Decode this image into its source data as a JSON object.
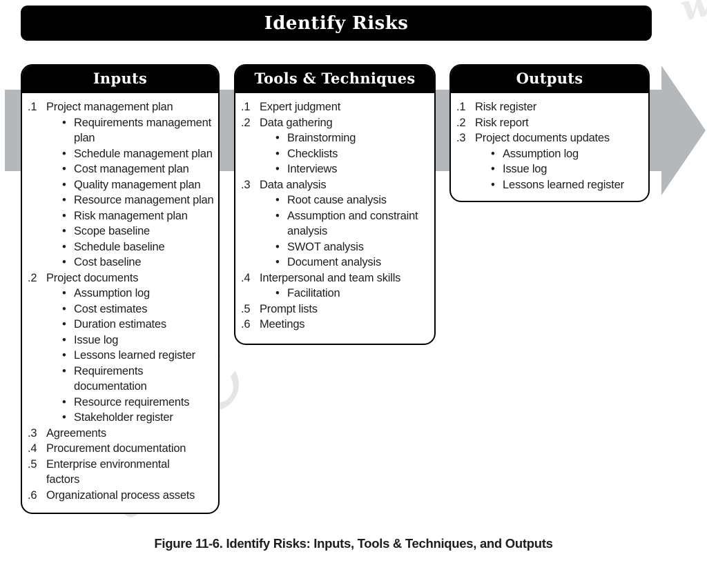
{
  "title": "Identify Risks",
  "caption": "Figure 11-6. Identify Risks: Inputs, Tools & Techniques, and Outputs",
  "glyphs": {
    "bullet": "•"
  },
  "watermark": {
    "bottom_fragment": "tric",
    "top_fragment": "w"
  },
  "colors": {
    "arrow": "#b5b8ba",
    "panel_header_bg": "#000000",
    "panel_header_text": "#ffffff",
    "body_text": "#1d1d1f"
  },
  "columns": [
    {
      "id": "inputs",
      "header": "Inputs",
      "items": [
        {
          "num": ".1",
          "label": "Project management plan",
          "subitems": [
            "Requirements management\nplan",
            "Schedule management plan",
            "Cost management plan",
            "Quality management plan",
            "Resource management plan",
            "Risk management plan",
            "Scope baseline",
            "Schedule baseline",
            "Cost baseline"
          ]
        },
        {
          "num": ".2",
          "label": "Project documents",
          "subitems": [
            "Assumption log",
            "Cost estimates",
            "Duration estimates",
            "Issue log",
            "Lessons learned register",
            "Requirements\ndocumentation",
            "Resource requirements",
            "Stakeholder register"
          ]
        },
        {
          "num": ".3",
          "label": "Agreements",
          "subitems": []
        },
        {
          "num": ".4",
          "label": "Procurement documentation",
          "subitems": []
        },
        {
          "num": ".5",
          "label": "Enterprise environmental\nfactors",
          "subitems": []
        },
        {
          "num": ".6",
          "label": "Organizational process assets",
          "subitems": []
        }
      ]
    },
    {
      "id": "tools",
      "header": "Tools & Techniques",
      "items": [
        {
          "num": ".1",
          "label": "Expert judgment",
          "subitems": []
        },
        {
          "num": ".2",
          "label": "Data gathering",
          "subitems": [
            "Brainstorming",
            "Checklists",
            "Interviews"
          ]
        },
        {
          "num": ".3",
          "label": "Data analysis",
          "subitems": [
            "Root cause analysis",
            "Assumption and constraint\nanalysis",
            "SWOT analysis",
            "Document analysis"
          ]
        },
        {
          "num": ".4",
          "label": "Interpersonal and team skills",
          "subitems": [
            "Facilitation"
          ]
        },
        {
          "num": ".5",
          "label": "Prompt lists",
          "subitems": []
        },
        {
          "num": ".6",
          "label": "Meetings",
          "subitems": []
        }
      ]
    },
    {
      "id": "outputs",
      "header": "Outputs",
      "items": [
        {
          "num": ".1",
          "label": "Risk register",
          "subitems": []
        },
        {
          "num": ".2",
          "label": "Risk report",
          "subitems": []
        },
        {
          "num": ".3",
          "label": "Project documents updates",
          "subitems": [
            "Assumption log",
            "Issue log",
            "Lessons learned register"
          ]
        }
      ]
    }
  ]
}
